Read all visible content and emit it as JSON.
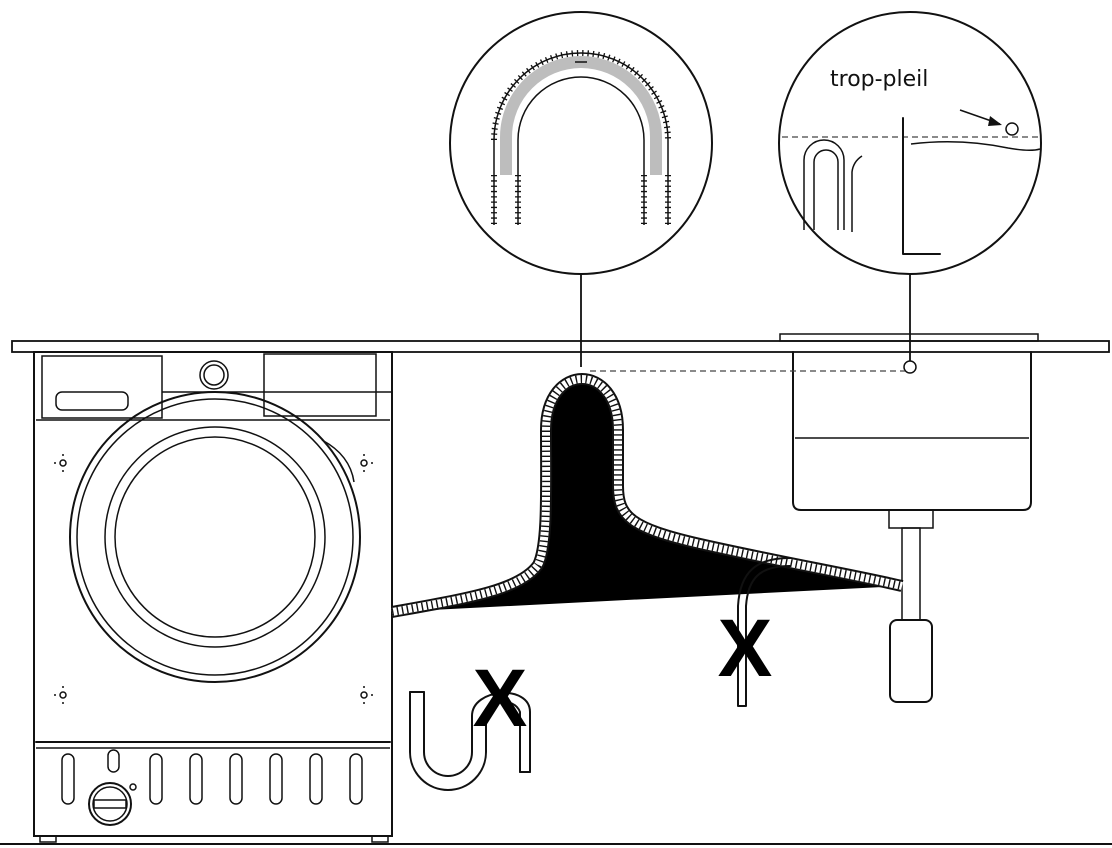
{
  "diagram": {
    "labels": {
      "overflow": "trop-pleil"
    },
    "marks": {
      "wrong_siphon": "X",
      "wrong_standpipe": "X"
    },
    "colors": {
      "line": "#111111",
      "hose_fill": "#bdbdbd",
      "background": "#ffffff"
    }
  }
}
